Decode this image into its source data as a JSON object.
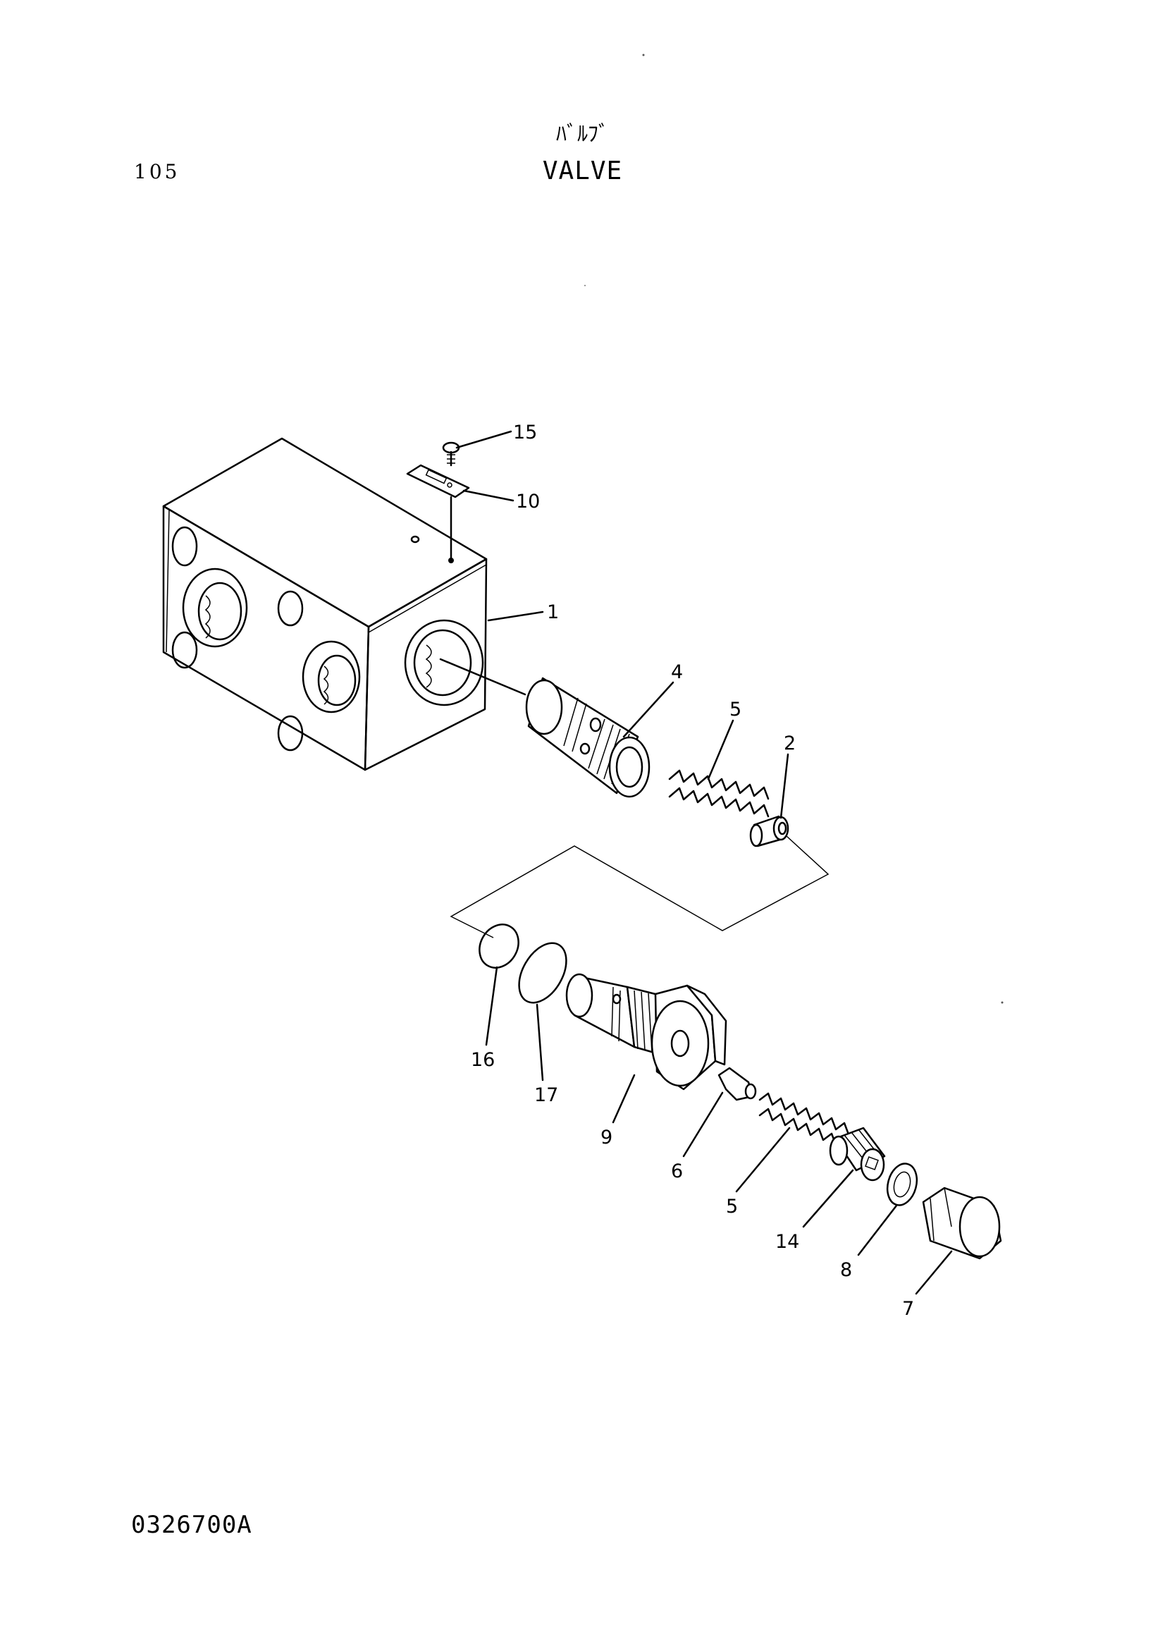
{
  "header": {
    "page_number": "105",
    "title_japanese": "ﾊﾞﾙﾌﾞ",
    "title_english": "VALVE"
  },
  "footer": {
    "drawing_code": "0326700A"
  },
  "callouts": {
    "c15": "15",
    "c10": "10",
    "c1": "1",
    "c4": "4",
    "c5a": "5",
    "c2": "2",
    "c16": "16",
    "c17": "17",
    "c9": "9",
    "c6": "6",
    "c5b": "5",
    "c14": "14",
    "c8": "8",
    "c7": "7"
  }
}
